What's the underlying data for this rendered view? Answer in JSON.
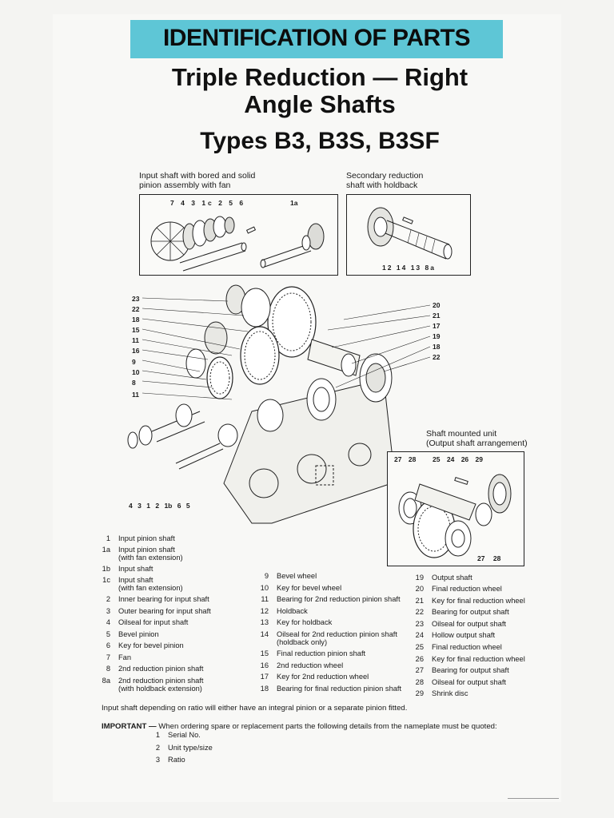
{
  "header": {
    "banner": "IDENTIFICATION OF PARTS",
    "title_line1": "Triple Reduction — Right",
    "title_line2": "Angle Shafts",
    "subtitle": "Types B3, B3S, B3SF"
  },
  "captions": {
    "input_line1": "Input shaft with bored and solid",
    "input_line2": "pinion assembly with fan",
    "secondary_line1": "Secondary reduction",
    "secondary_line2": "shaft with holdback",
    "shaft_mounted_line1": "Shaft mounted unit",
    "shaft_mounted_line2": "(Output shaft arrangement)"
  },
  "callouts": {
    "input_box_top": [
      "7",
      "4",
      "3",
      "1c",
      "2",
      "5",
      "6"
    ],
    "input_box_1a": "1a",
    "secondary_box_bottom": [
      "12",
      "14",
      "13",
      "8a"
    ],
    "main_left": [
      "23",
      "22",
      "18",
      "15",
      "11",
      "16",
      "9",
      "10",
      "8",
      "11"
    ],
    "main_right": [
      "20",
      "21",
      "17",
      "19",
      "18",
      "22"
    ],
    "main_bottom": [
      "4",
      "3",
      "1",
      "2",
      "1b",
      "6",
      "5"
    ],
    "output_box_top": [
      "27",
      "28",
      "25",
      "24",
      "26",
      "29"
    ],
    "output_box_bottom": [
      "27",
      "28"
    ]
  },
  "legend": {
    "col1": [
      {
        "n": "1",
        "t": "Input pinion shaft"
      },
      {
        "n": "1a",
        "t": "Input pinion shaft",
        "t2": "(with fan extension)"
      },
      {
        "n": "1b",
        "t": "Input shaft"
      },
      {
        "n": "1c",
        "t": "Input shaft",
        "t2": "(with fan extension)"
      },
      {
        "n": "2",
        "t": "Inner bearing for input shaft"
      },
      {
        "n": "3",
        "t": "Outer bearing for input shaft"
      },
      {
        "n": "4",
        "t": "Oilseal for input shaft"
      },
      {
        "n": "5",
        "t": "Bevel pinion"
      },
      {
        "n": "6",
        "t": "Key for bevel pinion"
      },
      {
        "n": "7",
        "t": "Fan"
      },
      {
        "n": "8",
        "t": "2nd reduction pinion shaft"
      },
      {
        "n": "8a",
        "t": "2nd reduction pinion shaft",
        "t2": "(with holdback extension)"
      }
    ],
    "col2": [
      {
        "n": "9",
        "t": "Bevel wheel"
      },
      {
        "n": "10",
        "t": "Key for bevel wheel"
      },
      {
        "n": "11",
        "t": "Bearing for 2nd reduction pinion shaft"
      },
      {
        "n": "12",
        "t": "Holdback"
      },
      {
        "n": "13",
        "t": "Key for holdback"
      },
      {
        "n": "14",
        "t": "Oilseal for 2nd reduction pinion shaft",
        "t2": "(holdback only)"
      },
      {
        "n": "15",
        "t": "Final reduction pinion shaft"
      },
      {
        "n": "16",
        "t": "2nd reduction wheel"
      },
      {
        "n": "17",
        "t": "Key for 2nd reduction wheel"
      },
      {
        "n": "18",
        "t": "Bearing for final reduction pinion shaft"
      }
    ],
    "col3": [
      {
        "n": "19",
        "t": "Output shaft"
      },
      {
        "n": "20",
        "t": "Final reduction wheel"
      },
      {
        "n": "21",
        "t": "Key for final reduction wheel"
      },
      {
        "n": "22",
        "t": "Bearing for output shaft"
      },
      {
        "n": "23",
        "t": "Oilseal for output shaft"
      },
      {
        "n": "24",
        "t": "Hollow output shaft"
      },
      {
        "n": "25",
        "t": "Final reduction wheel"
      },
      {
        "n": "26",
        "t": "Key for final reduction wheel"
      },
      {
        "n": "27",
        "t": "Bearing for output shaft"
      },
      {
        "n": "28",
        "t": "Oilseal for output shaft"
      },
      {
        "n": "29",
        "t": "Shrink disc"
      }
    ]
  },
  "notes": {
    "pinion_note": "Input shaft depending on ratio will either have an integral pinion or a separate pinion fitted.",
    "important_label": "IMPORTANT —",
    "important_text": "When ordering spare or replacement parts the following details from the nameplate must be quoted:",
    "details": [
      {
        "n": "1",
        "t": "Serial No."
      },
      {
        "n": "2",
        "t": "Unit type/size"
      },
      {
        "n": "3",
        "t": "Ratio"
      }
    ]
  }
}
